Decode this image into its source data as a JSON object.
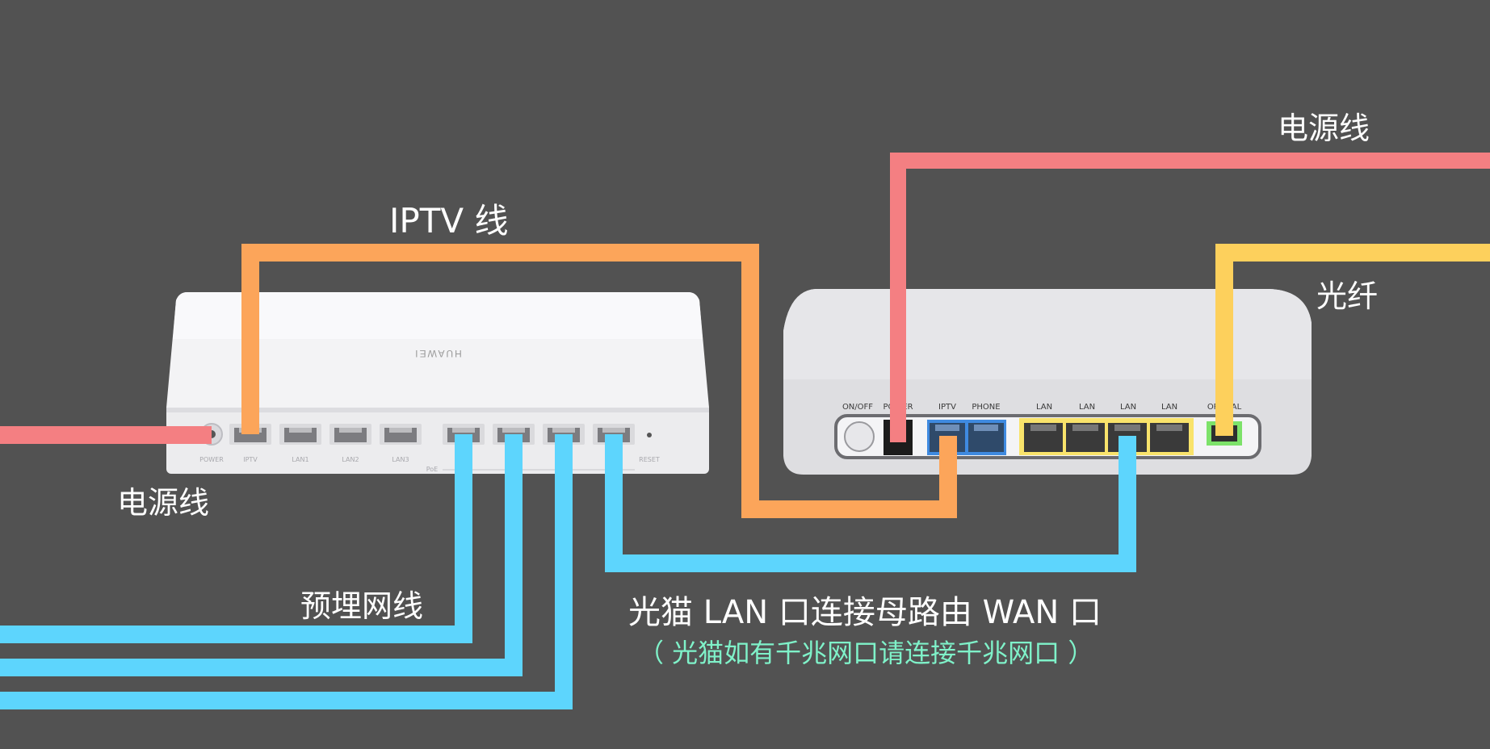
{
  "labels": {
    "power_right": "电源线",
    "power_left": "电源线",
    "iptv": "IPTV 线",
    "fiber": "光纤",
    "preburied": "预埋网线",
    "lan_wan": "光猫 LAN 口连接母路由 WAN 口",
    "lan_wan_note": "（ 光猫如有千兆网口请连接千兆网口 ）"
  },
  "router": {
    "brand": "HUAWEI",
    "ports": [
      "POWER",
      "IPTV",
      "LAN1",
      "LAN2",
      "LAN3",
      "",
      "",
      "",
      "",
      "RESET"
    ],
    "poe_label": "PoE"
  },
  "modem": {
    "port_labels": [
      "ON/OFF",
      "POWER",
      "IPTV",
      "PHONE",
      "LAN",
      "LAN",
      "LAN",
      "LAN",
      "OPTICAL"
    ]
  },
  "colors": {
    "background": "#525252",
    "power_cable": "#f47f82",
    "iptv_cable": "#fca55a",
    "fiber_cable": "#fdd05c",
    "network_cable": "#5dd5fd",
    "note_text": "#7ff2c9"
  }
}
